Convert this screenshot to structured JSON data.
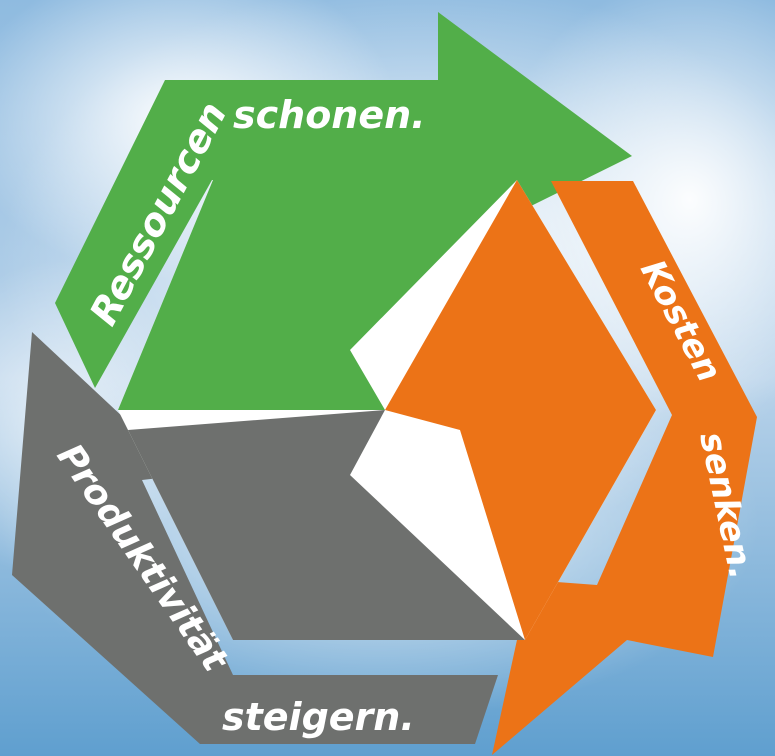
{
  "labels": {
    "green_a": "Ressourcen",
    "green_b": "schonen.",
    "orange_a": "Kosten",
    "orange_b": "senken.",
    "grey_a": "Produktivität",
    "grey_b": "steigern."
  },
  "colors": {
    "green": "#52ae49",
    "orange": "#ec7317",
    "grey": "#6e706e",
    "white": "#ffffff",
    "sky_top": "#7fb2d9",
    "sky_bottom": "#5f9fcf"
  }
}
